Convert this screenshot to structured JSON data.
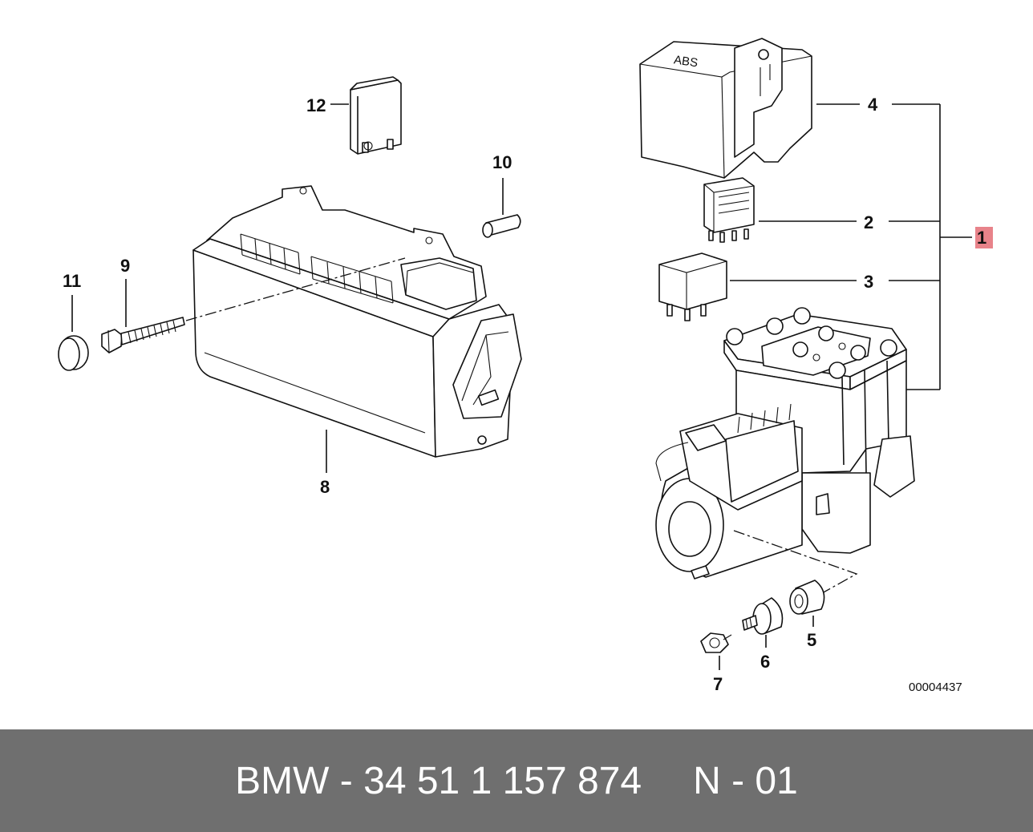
{
  "diagram": {
    "callouts": {
      "c1": "1",
      "c2": "2",
      "c3": "3",
      "c4": "4",
      "c5": "5",
      "c6": "6",
      "c7": "7",
      "c8": "8",
      "c9": "9",
      "c10": "10",
      "c11": "11",
      "c12": "12"
    },
    "highlight_color": "#e8838a",
    "reference_number": "00004437",
    "cover_embossing": "ABS"
  },
  "footer": {
    "part_text": "BMW - 34 51 1 157 874",
    "position_text": "N - 01",
    "background_color": "#6f6f6f"
  }
}
